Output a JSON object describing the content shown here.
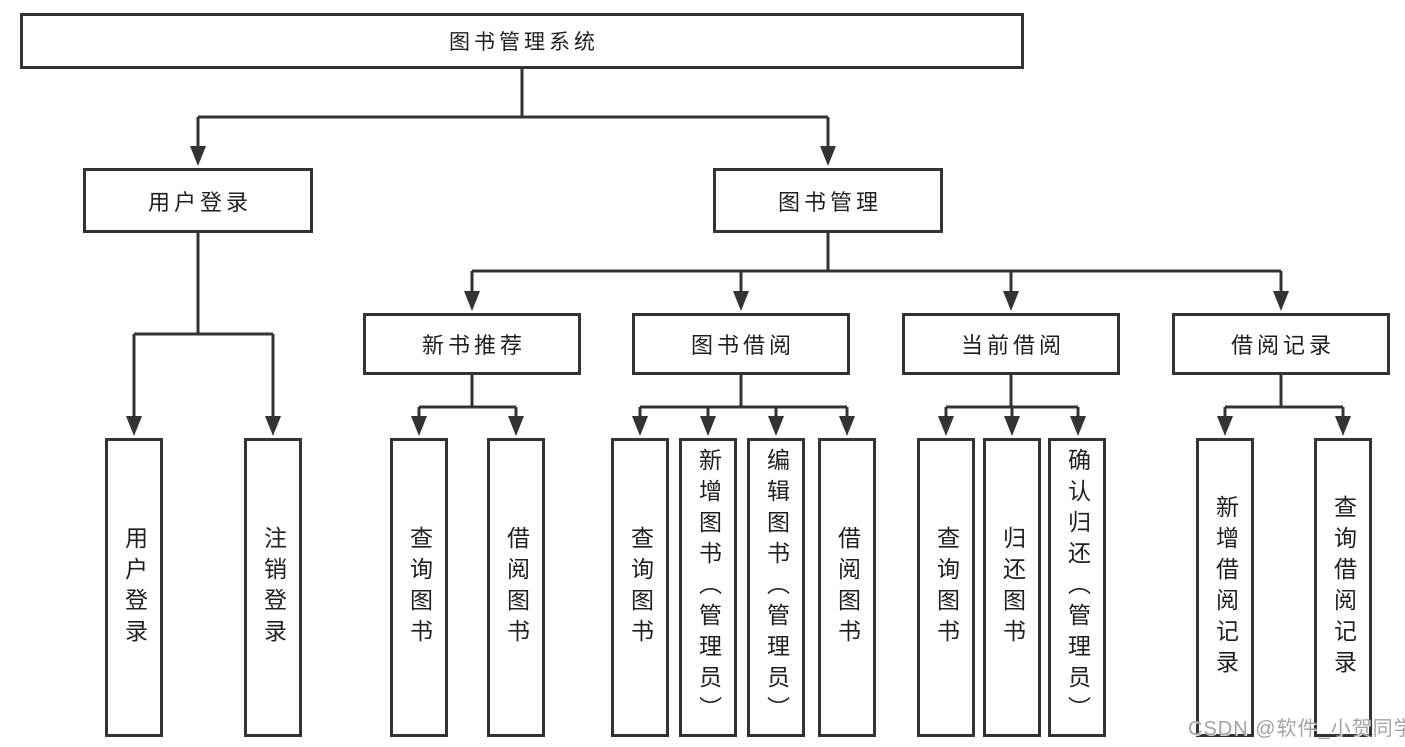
{
  "diagram": {
    "root": "图书管理系统",
    "branches": {
      "user_login": "用户登录",
      "book_mgmt": "图书管理"
    },
    "modules": {
      "new_book": "新书推荐",
      "book_borrow": "图书借阅",
      "current_borrow": "当前借阅",
      "borrow_records": "借阅记录"
    },
    "leaves": {
      "login": "用户登录",
      "logout": "注销登录",
      "nb_query": "查询图书",
      "nb_borrow": "借阅图书",
      "bb_query": "查询图书",
      "bb_add": "新增图书（管理员）",
      "bb_edit": "编辑图书（管理员）",
      "bb_borrow": "借阅图书",
      "cb_query": "查询图书",
      "cb_return": "归还图书",
      "cb_confirm": "确认归还（管理员）",
      "rec_add": "新增借阅记录",
      "rec_query": "查询借阅记录"
    }
  },
  "watermark": "CSDN @软件_小贺同学",
  "colors": {
    "line": "#333333",
    "text": "#1f1f1f",
    "watermark": "#a3a3a3",
    "background": "#ffffff"
  }
}
